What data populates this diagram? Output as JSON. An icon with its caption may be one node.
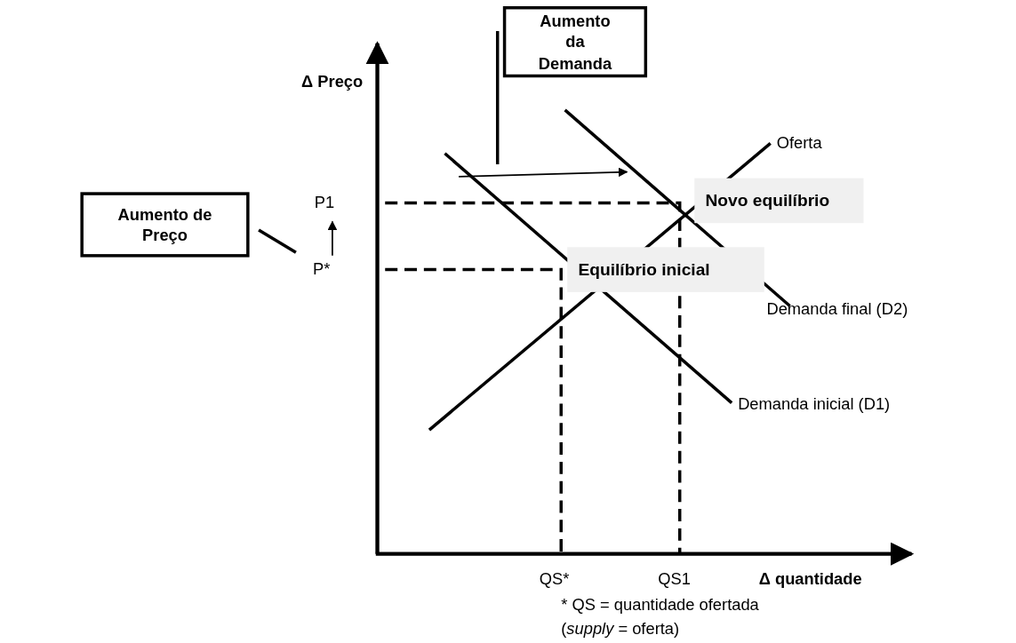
{
  "diagram": {
    "nodes": [
      {
        "text": [
          "Aumento da Demanda"
        ]
      },
      {
        "text": [
          "Aumento de Preço"
        ]
      },
      {
        "text": [
          "Novo equilíbrio"
        ]
      },
      {
        "text": [
          "Equilíbrio inicial"
        ]
      }
    ],
    "edges": [
      {
        "from": 0,
        "to": null,
        "arrow": "none"
      },
      {
        "from": 1,
        "to": null,
        "arrow": "none"
      }
    ],
    "labels": [
      "Δ Preço",
      "P1",
      "P*",
      "Oferta",
      "Demanda final (D2)",
      "Demanda inicial (D1)",
      "QS*",
      "QS1",
      "Δ quantidade",
      "* QS = quantidade ofertada",
      "(*supply* = oferta)"
    ]
  }
}
